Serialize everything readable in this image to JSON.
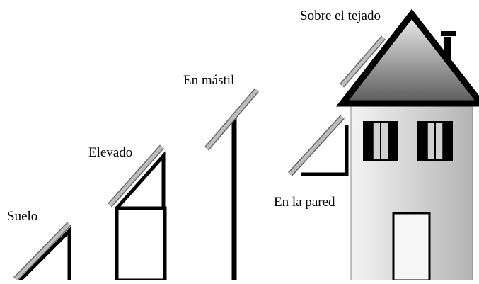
{
  "labels": {
    "ground": "Suelo",
    "elevated": "Elevado",
    "mast": "En mástil",
    "wall": "En la pared",
    "roof": "Sobre el tejado"
  },
  "colors": {
    "frame": "#000000",
    "panel_fill": "#bdbdbd",
    "panel_edge": "#6a6a6a",
    "wall_light": "#f4f4f4",
    "wall_dark": "#b4b4b4",
    "roof_light": "#f0f0f0",
    "roof_dark": "#5a5a5a",
    "window_glass": "#d0d0d0",
    "background": "#ffffff"
  }
}
